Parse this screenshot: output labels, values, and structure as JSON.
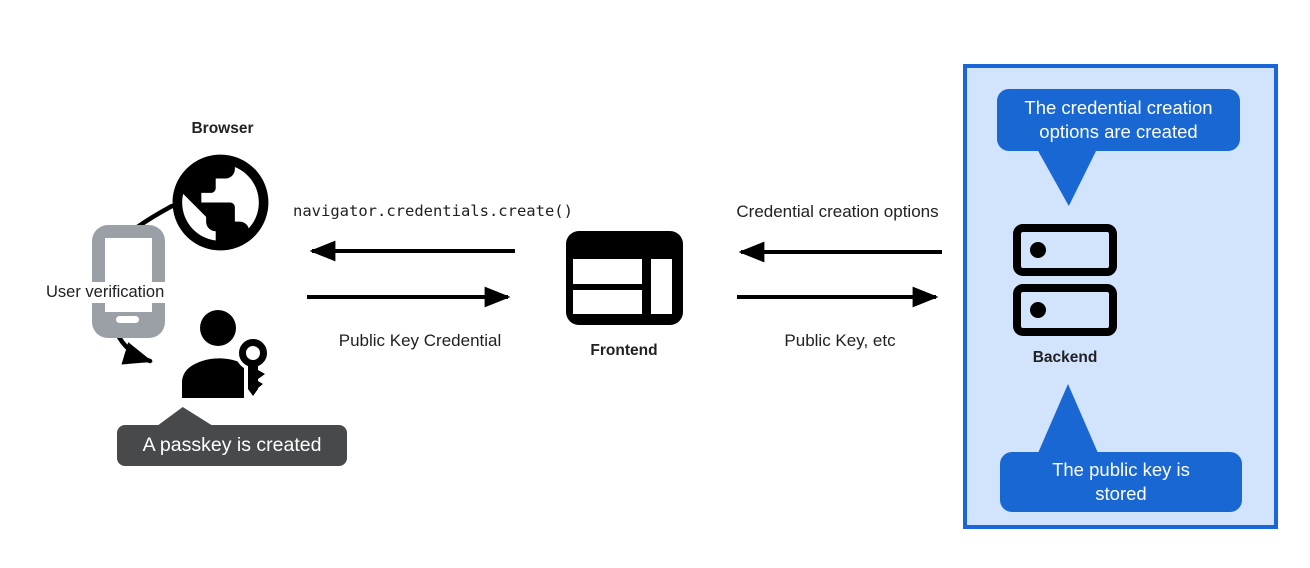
{
  "title": "Passkey credential creation flow",
  "colors": {
    "panel_fill": "#d2e3fc",
    "panel_border": "#1a66d6",
    "bubble_blue": "#1967d2",
    "tooltip_gray": "#47494b",
    "phone_gray": "#9aa0a6",
    "icon_black": "#000000",
    "ink": "#202124"
  },
  "nodes": {
    "browser": "Browser",
    "frontend": "Frontend",
    "backend": "Backend",
    "user_verification": "User verification"
  },
  "messages": {
    "create_call": "navigator.credentials.create()",
    "public_key_credential": "Public Key Credential",
    "credential_creation_options": "Credential creation options",
    "public_key_etc": "Public Key, etc"
  },
  "callouts": {
    "passkey_created": "A passkey is created",
    "options_created": "The credential creation options are created",
    "public_key_stored": "The public key is stored"
  }
}
